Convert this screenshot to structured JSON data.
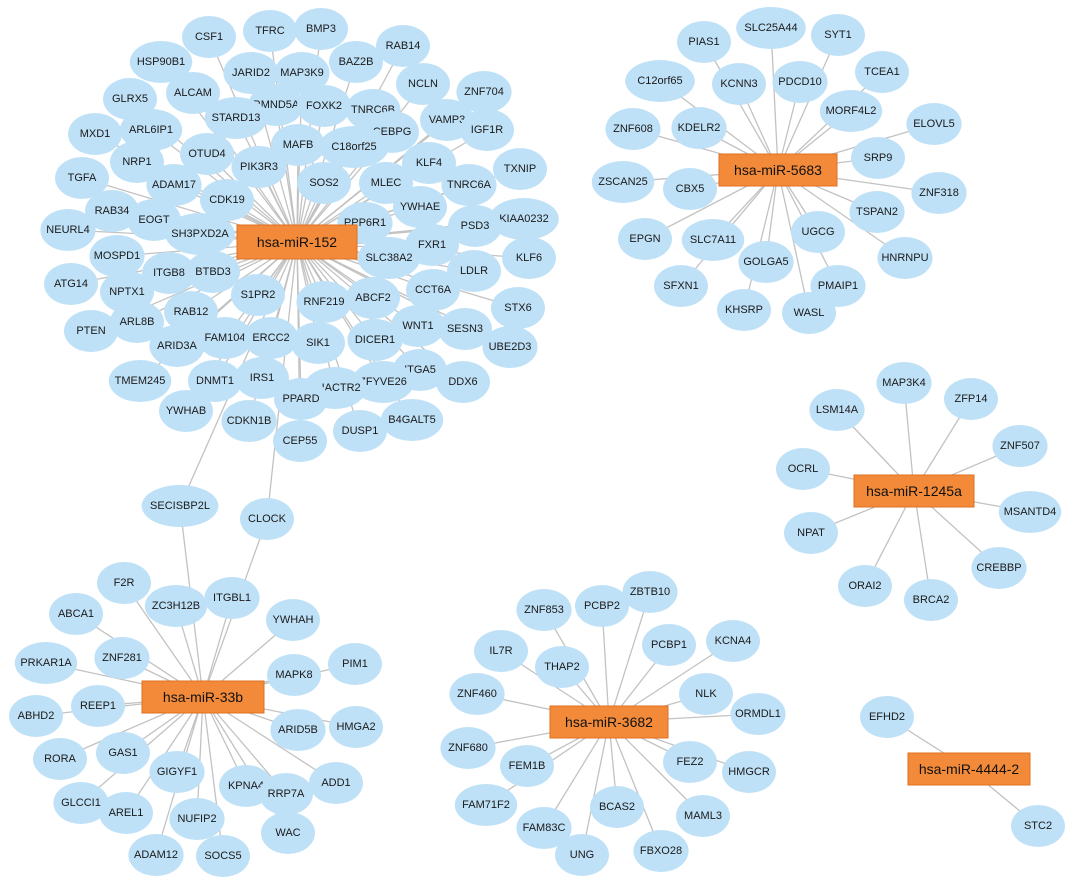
{
  "colors": {
    "gene_fill": "#bfe1f7",
    "mirna_fill": "#f28a3a",
    "edge": "#c2c2c2"
  },
  "mirnas": [
    {
      "id": "m152",
      "label": "hsa-miR-152"
    },
    {
      "id": "m5683",
      "label": "hsa-miR-5683"
    },
    {
      "id": "m1245a",
      "label": "hsa-miR-1245a"
    },
    {
      "id": "m33b",
      "label": "hsa-miR-33b"
    },
    {
      "id": "m3682",
      "label": "hsa-miR-3682"
    },
    {
      "id": "m4444",
      "label": "hsa-miR-4444-2"
    }
  ],
  "targets": {
    "m152": [
      "CSF1",
      "TFRC",
      "BMP3",
      "HSP90B1",
      "JARID2",
      "RAB14",
      "BAZ2B",
      "MAP3K9",
      "NCLN",
      "GLRX5",
      "ALCAM",
      "RMND5A",
      "FOXK2",
      "ZNF704",
      "STARD13",
      "TNRC6B",
      "MXD1",
      "ARL6IP1",
      "VAMP3",
      "CEBPG",
      "IGF1R",
      "OTUD4",
      "MAFB",
      "C18orf25",
      "NRP1",
      "KLF4",
      "TXNIP",
      "PIK3R3",
      "TGFA",
      "ADAM17",
      "SOS2",
      "MLEC",
      "TNRC6A",
      "CDK19",
      "YWHAE",
      "RAB34",
      "EOGT",
      "KIAA0232",
      "PPP6R1",
      "PSD3",
      "NEURL4",
      "SH3PXD2A",
      "FXR1",
      "MOSPD1",
      "SLC38A2",
      "KLF6",
      "BTBD3",
      "ITGB8",
      "LDLR",
      "ATG14",
      "NPTX1",
      "S1PR2",
      "ABCF2",
      "CCT6A",
      "RAB12",
      "RNF219",
      "STX6",
      "ARL8B",
      "WNT1",
      "PTEN",
      "ARID3A",
      "FAM104",
      "ERCC2",
      "SIK1",
      "DICER1",
      "SESN3",
      "UBE2D3",
      "TMEM245",
      "DNMT1",
      "IRS1",
      "ITGA5",
      "DDX6",
      "ZFYVE26",
      "PHACTR2",
      "YWHAB",
      "PPARD",
      "CDKN1B",
      "B4GALT5",
      "DUSP1",
      "CEP55"
    ],
    "m5683": [
      "PIAS1",
      "SLC25A44",
      "SYT1",
      "KCNN3",
      "PDCD10",
      "TCEA1",
      "C12orf65",
      "MORF4L2",
      "ELOVL5",
      "ZNF608",
      "KDELR2",
      "SRP9",
      "ZSCAN25",
      "CBX5",
      "ZNF318",
      "TSPAN2",
      "EPGN",
      "SLC7A11",
      "UGCG",
      "HNRNPU",
      "GOLGA5",
      "SFXN1",
      "PMAIP1",
      "KHSRP",
      "WASL"
    ],
    "m1245a": [
      "MAP3K4",
      "LSM14A",
      "ZFP14",
      "ZNF507",
      "OCRL",
      "MSANTD4",
      "NPAT",
      "CREBBP",
      "ORAI2",
      "BRCA2"
    ],
    "m33b": [
      "F2R",
      "ZC3H12B",
      "ITGBL1",
      "ABCA1",
      "YWHAH",
      "ZNF281",
      "PIM1",
      "PRKAR1A",
      "MAPK8",
      "REEP1",
      "ABHD2",
      "ARID5B",
      "HMGA2",
      "RORA",
      "GAS1",
      "GIGYF1",
      "ADD1",
      "GLCCI1",
      "AREL1",
      "KPNA4",
      "RRP7A",
      "NUFIP2",
      "WAC",
      "ADAM12",
      "SOCS5"
    ],
    "m3682": [
      "ZBTB10",
      "PCBP2",
      "ZNF853",
      "KCNA4",
      "IL7R",
      "PCBP1",
      "THAP2",
      "NLK",
      "ZNF460",
      "ORMDL1",
      "ZNF680",
      "FEM1B",
      "FEZ2",
      "HMGCR",
      "FAM71F2",
      "BCAS2",
      "MAML3",
      "FAM83C",
      "UNG",
      "FBXO28"
    ],
    "m4444": [
      "EFHD2",
      "STC2"
    ]
  },
  "bridges": [
    {
      "label": "SECISBP2L",
      "mirnas": [
        "m152",
        "m33b"
      ]
    },
    {
      "label": "CLOCK",
      "mirnas": [
        "m152",
        "m33b"
      ]
    }
  ]
}
